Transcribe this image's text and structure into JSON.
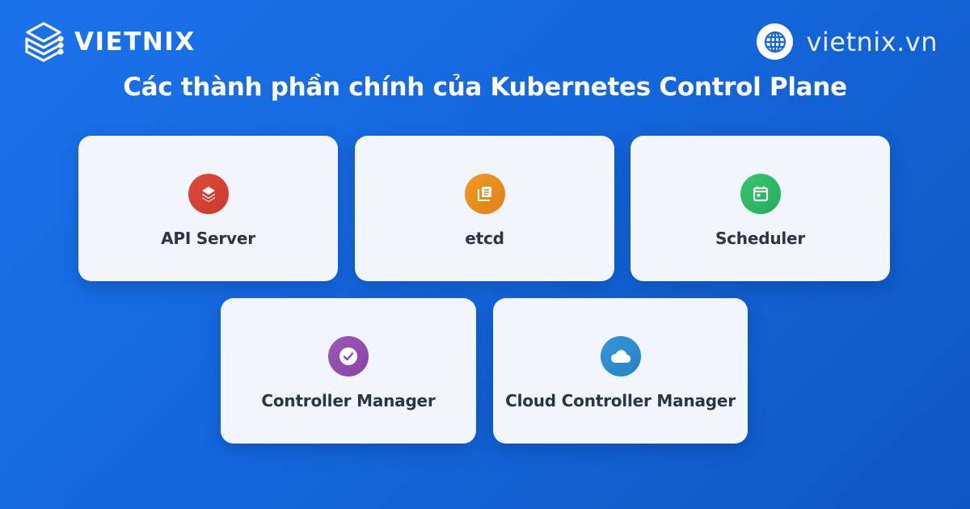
{
  "header": {
    "brand_name": "VIETNIX",
    "logo_icon": "server-stack-icon",
    "site_url": "vietnix.vn",
    "site_icon": "globe-icon"
  },
  "title": "Các thành phần chính của Kubernetes Control Plane",
  "components": [
    {
      "label": "API Server",
      "icon": "layers-icon",
      "color": "#db4436"
    },
    {
      "label": "etcd",
      "icon": "documents-icon",
      "color": "#ee8e1c"
    },
    {
      "label": "Scheduler",
      "icon": "calendar-icon",
      "color": "#2eb865"
    },
    {
      "label": "Controller Manager",
      "icon": "check-circle-icon",
      "color": "#9150b3"
    },
    {
      "label": "Cloud Controller Manager",
      "icon": "cloud-icon",
      "color": "#2f8bd2"
    }
  ],
  "colors": {
    "background_start": "#1a72ea",
    "background_end": "#0f58c4",
    "card_background": "#f2f6fc",
    "card_text": "#2a3545"
  }
}
